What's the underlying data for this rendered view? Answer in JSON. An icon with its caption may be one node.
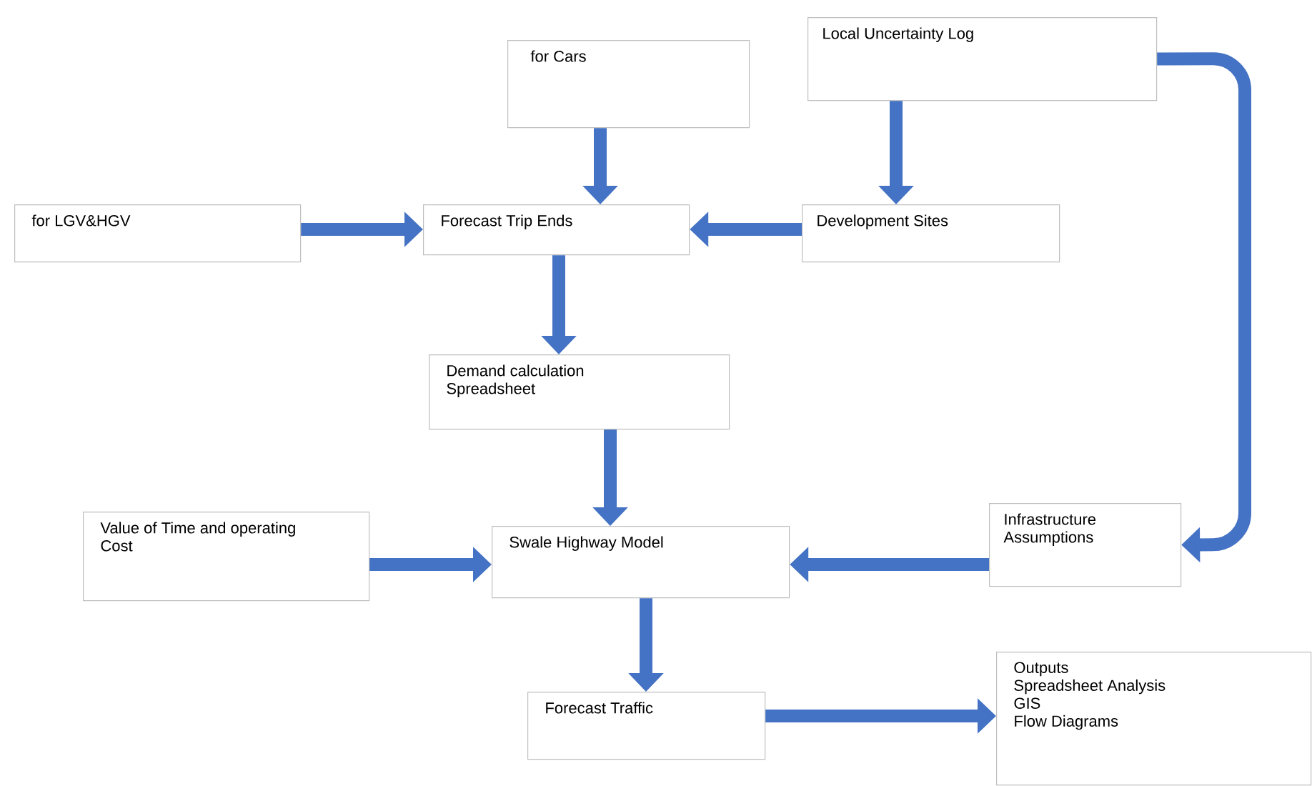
{
  "diagram": {
    "nodes": [
      {
        "text": [
          "for Cars"
        ]
      },
      {
        "text": [
          "Local Uncertainty Log"
        ]
      },
      {
        "text": [
          "for LGV&HGV"
        ]
      },
      {
        "text": [
          "Forecast Trip Ends"
        ]
      },
      {
        "text": [
          "Development Sites"
        ]
      },
      {
        "text": [
          "Demand calculation Spreadsheet"
        ]
      },
      {
        "text": [
          "Value of Time and operating Cost"
        ]
      },
      {
        "text": [
          "Swale Highway Model"
        ]
      },
      {
        "text": [
          "Infrastructure Assumptions"
        ]
      },
      {
        "text": [
          "Forecast Traffic"
        ]
      },
      {
        "text": [
          "Outputs",
          "Spreadsheet Analysis",
          "GIS",
          "Flow Diagrams"
        ]
      }
    ],
    "edges": [
      {
        "from": 0,
        "to": 3,
        "arrow": "to"
      },
      {
        "from": 1,
        "to": 4,
        "arrow": "to"
      },
      {
        "from": 2,
        "to": 3,
        "arrow": "to"
      },
      {
        "from": 4,
        "to": 3,
        "arrow": "to"
      },
      {
        "from": 1,
        "to": 8,
        "arrow": "to"
      },
      {
        "from": 3,
        "to": 5,
        "arrow": "to"
      },
      {
        "from": 5,
        "to": 7,
        "arrow": "to"
      },
      {
        "from": 6,
        "to": 7,
        "arrow": "to"
      },
      {
        "from": 8,
        "to": 7,
        "arrow": "to"
      },
      {
        "from": 7,
        "to": 9,
        "arrow": "to"
      },
      {
        "from": 9,
        "to": 10,
        "arrow": "to"
      }
    ]
  }
}
